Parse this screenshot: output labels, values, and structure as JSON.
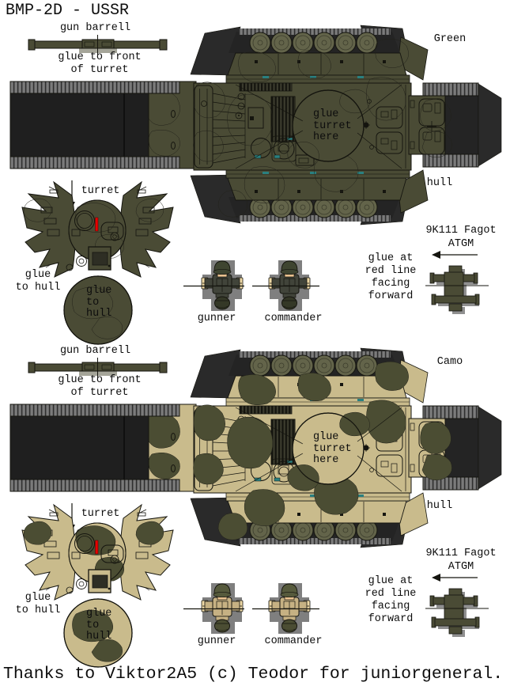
{
  "title": "BMP-2D - USSR",
  "credit": "Thanks to Viktor2A5 (c) Teodor for juniorgeneral.",
  "colors": {
    "olive": "#4a4b35",
    "camo_tan": "#c9bb8c",
    "camo_patch": "#4b4d33",
    "track_dark": "#1f1f1f",
    "tread_gray": "#7b7b7b",
    "red_glue_line": "#e60000",
    "figure_backing_gray": "#7f7f7f"
  },
  "sections": [
    {
      "variant": "Green",
      "gun_barrel_label": "gun barrell",
      "glue_front_line1": "glue to front",
      "glue_front_line2": "of turret",
      "glue_turret_line1": "glue",
      "glue_turret_line2": "turret",
      "glue_turret_line3": "here",
      "hull_label": "hull",
      "turret_label": "turret",
      "glue_hull_left_line1": "glue",
      "glue_hull_left_line2": "to hull",
      "glue_hull_circle_line1": "glue",
      "glue_hull_circle_line2": "to",
      "glue_hull_circle_line3": "hull",
      "gunner_label": "gunner",
      "commander_label": "commander",
      "atgm_line1": "9K111 Fagot",
      "atgm_line2": "ATGM",
      "glue_red_line1": "glue at",
      "glue_red_line2": "red line",
      "glue_red_line3": "facing",
      "glue_red_line4": "forward"
    },
    {
      "variant": "Camo",
      "gun_barrel_label": "gun barrell",
      "glue_front_line1": "glue to front",
      "glue_front_line2": "of turret",
      "glue_turret_line1": "glue",
      "glue_turret_line2": "turret",
      "glue_turret_line3": "here",
      "hull_label": "hull",
      "turret_label": "turret",
      "glue_hull_left_line1": "glue",
      "glue_hull_left_line2": "to hull",
      "glue_hull_circle_line1": "glue",
      "glue_hull_circle_line2": "to",
      "glue_hull_circle_line3": "hull",
      "gunner_label": "gunner",
      "commander_label": "commander",
      "atgm_line1": "9K111 Fagot",
      "atgm_line2": "ATGM",
      "glue_red_line1": "glue at",
      "glue_red_line2": "red line",
      "glue_red_line3": "facing",
      "glue_red_line4": "forward"
    }
  ]
}
